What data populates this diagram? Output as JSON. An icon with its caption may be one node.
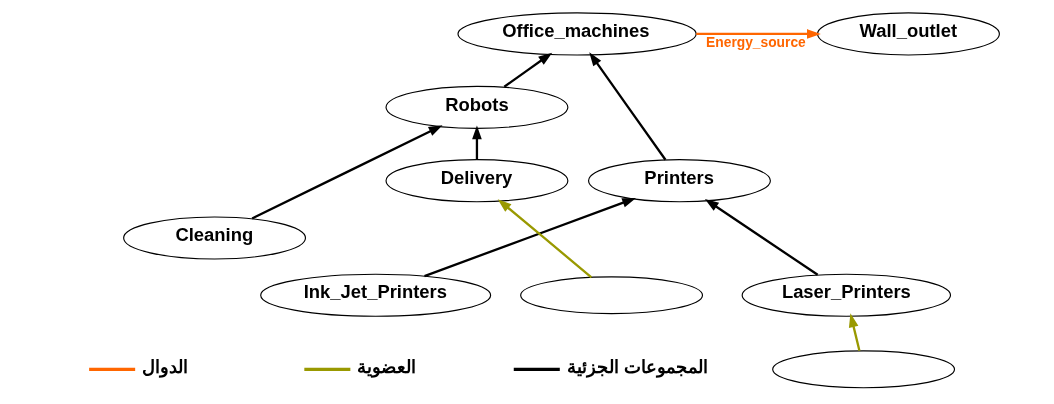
{
  "diagram": {
    "nodes": [
      {
        "text": [
          "Wall_outlet"
        ]
      },
      {
        "text": [
          "Office_machines"
        ]
      },
      {
        "text": [
          "Robots"
        ]
      },
      {
        "text": [
          "Printers"
        ]
      },
      {
        "text": [
          "Delivery"
        ]
      },
      {
        "text": [
          "Cleaning"
        ]
      },
      {
        "text": [
          "Laser_Printers"
        ]
      },
      {
        "text": [
          "Ink_Jet_Printers"
        ]
      },
      {
        "text": [],
        "shape": "ellipse"
      },
      {
        "text": [],
        "shape": "ellipse"
      }
    ],
    "edges": [
      {
        "from": 1,
        "to": 0,
        "arrow": "to",
        "label": "Energy_source",
        "color": "#ff6600"
      },
      {
        "from": 2,
        "to": 1,
        "arrow": "to"
      },
      {
        "from": 3,
        "to": 1,
        "arrow": "to"
      },
      {
        "from": 4,
        "to": 2,
        "arrow": "to"
      },
      {
        "from": 5,
        "to": 2,
        "arrow": "to"
      },
      {
        "from": 6,
        "to": 3,
        "arrow": "to"
      },
      {
        "from": 7,
        "to": 3,
        "arrow": "to"
      },
      {
        "from": 8,
        "to": 4,
        "arrow": "to",
        "color": "#999900"
      },
      {
        "from": 9,
        "to": 6,
        "arrow": "to",
        "color": "#999900"
      }
    ],
    "legend": [
      {
        "text": "المجموعات الجزئية",
        "color": "#000000"
      },
      {
        "text": "العضوية",
        "color": "#999900"
      },
      {
        "text": "الدوال",
        "color": "#ff6600"
      }
    ]
  }
}
